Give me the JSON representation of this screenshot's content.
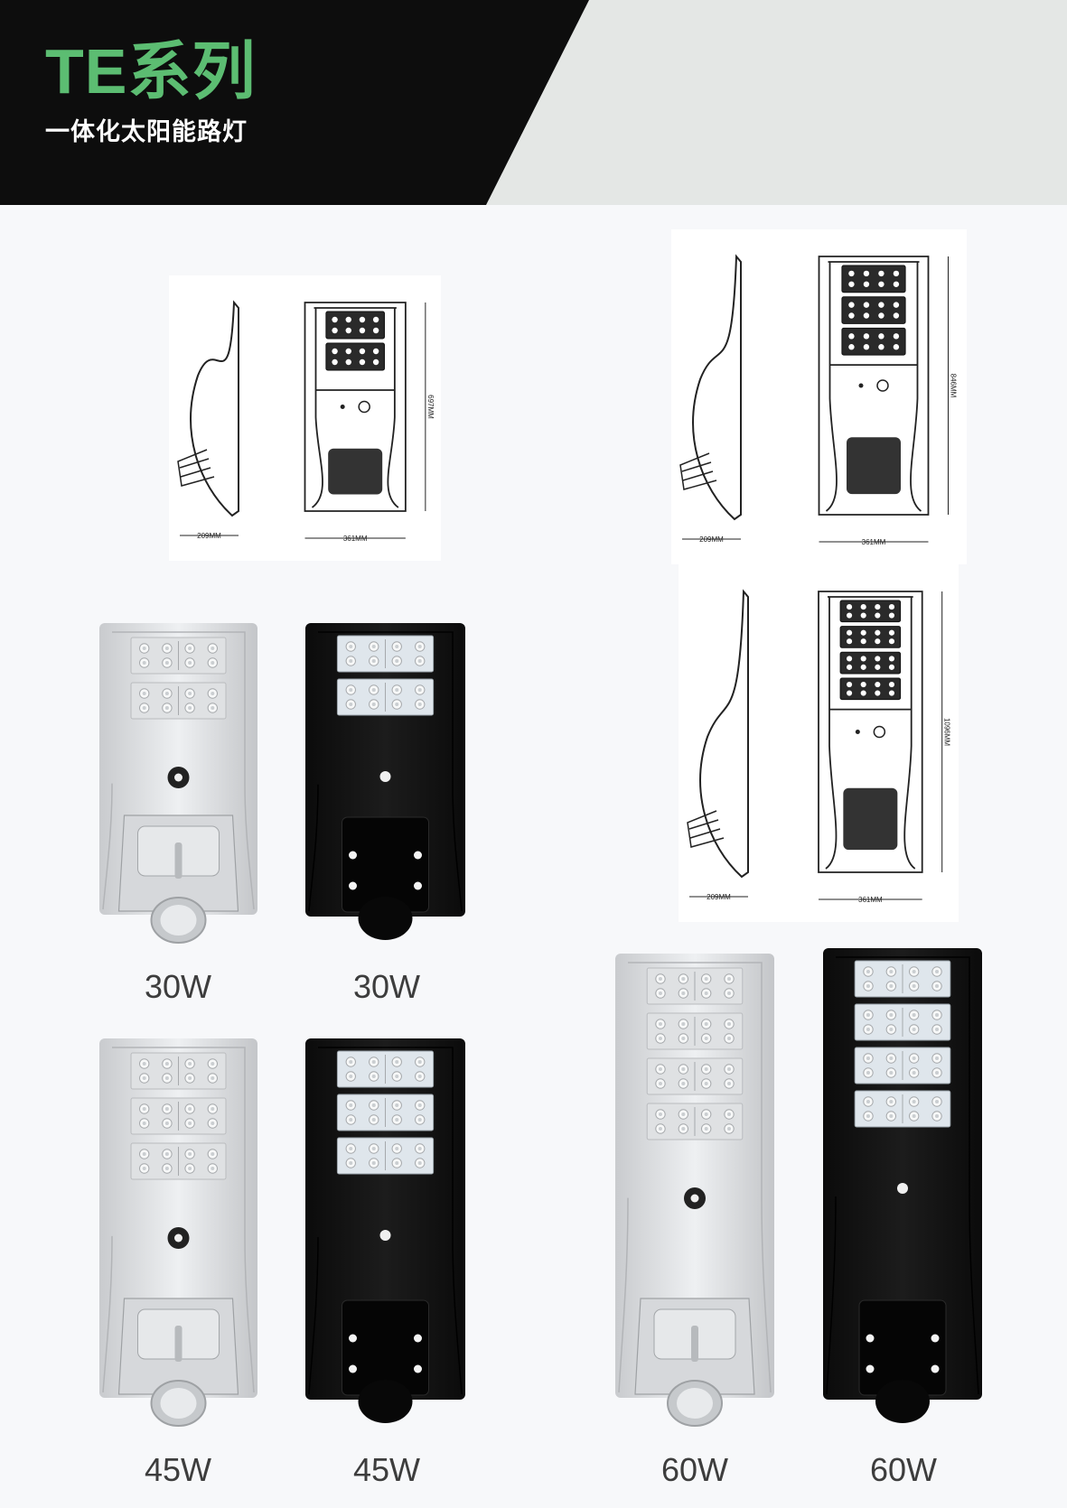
{
  "header": {
    "title": "TE系列",
    "subtitle": "一体化太阳能路灯",
    "colors": {
      "band": "#0d0d0d",
      "accent": "#5cbd72",
      "panel": "#e4e7e5"
    }
  },
  "drawings": [
    {
      "model": "30W",
      "height_label": "697MM",
      "width_label": "361MM",
      "depth_label": "209MM",
      "led_modules": 2
    },
    {
      "model": "45W",
      "height_label": "846MM",
      "width_label": "361MM",
      "depth_label": "209MM",
      "led_modules": 3
    },
    {
      "model": "60W",
      "height_label": "1096MM",
      "width_label": "361MM",
      "depth_label": "209MM",
      "led_modules": 4
    }
  ],
  "products": [
    {
      "caption": "30W",
      "finish": "silver",
      "led_modules": 2
    },
    {
      "caption": "30W",
      "finish": "black",
      "led_modules": 2
    },
    {
      "caption": "45W",
      "finish": "silver",
      "led_modules": 3
    },
    {
      "caption": "45W",
      "finish": "black",
      "led_modules": 3
    },
    {
      "caption": "60W",
      "finish": "silver",
      "led_modules": 4
    },
    {
      "caption": "60W",
      "finish": "black",
      "led_modules": 4
    }
  ]
}
